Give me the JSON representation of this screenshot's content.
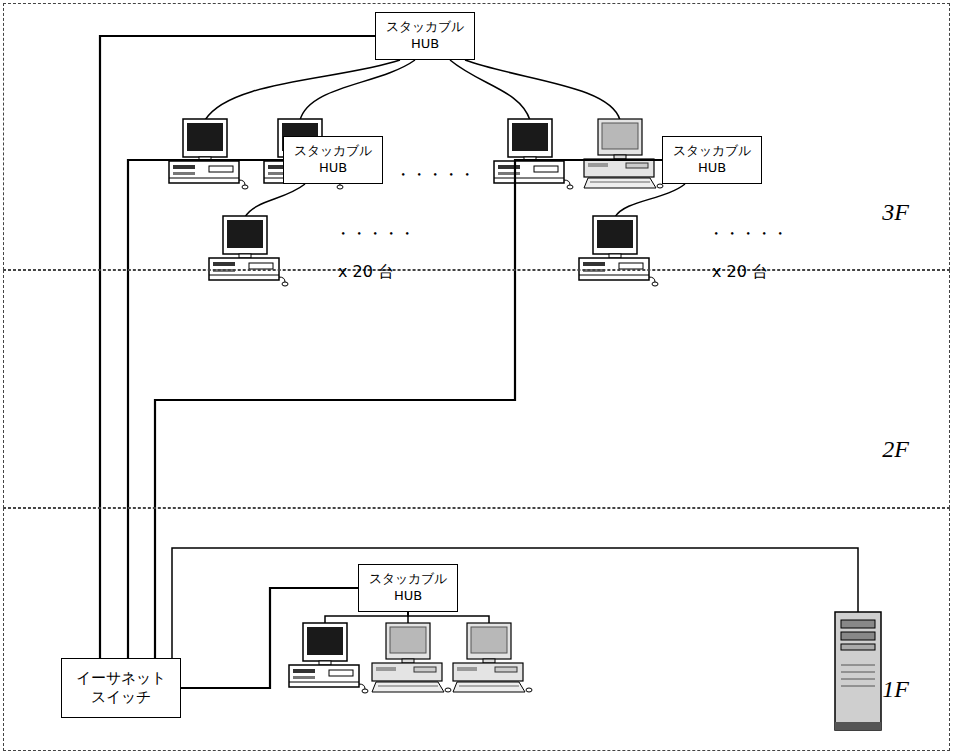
{
  "diagram": {
    "nodes": [
      {
        "text": [
          "3F"
        ]
      },
      {
        "text": [
          "スタッカブル HUB"
        ],
        "in": 0
      },
      {
        "text": [
          "2F"
        ]
      },
      {
        "text": [
          "スタッカブル HUB"
        ],
        "in": 2
      },
      {
        "text": [
          "スタッカブル HUB"
        ],
        "in": 2
      },
      {
        "text": [
          "1F"
        ]
      },
      {
        "text": [
          "スタッカブル HUB"
        ],
        "in": 5
      },
      {
        "text": [
          "イーサネット スイッチ"
        ],
        "in": 5
      }
    ],
    "edges": [
      {
        "from": 7,
        "to": 1,
        "arrow": "none"
      },
      {
        "from": 7,
        "to": 3,
        "arrow": "none"
      },
      {
        "from": 7,
        "to": 4,
        "arrow": "none"
      },
      {
        "from": 7,
        "to": 6,
        "arrow": "none"
      }
    ],
    "labels": [
      "・・・・・",
      "・・・・・",
      "x 20 台",
      "・・・・・",
      "x 20 台"
    ]
  }
}
